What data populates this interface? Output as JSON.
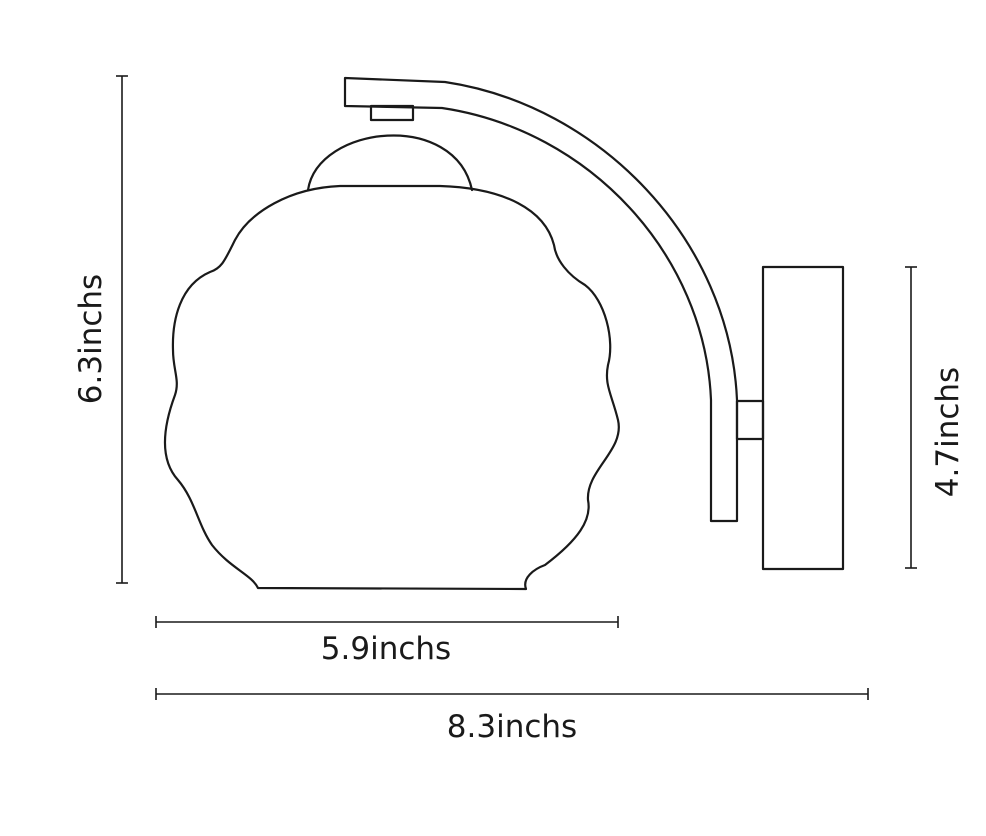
{
  "dimensions": {
    "height_total": "6.3inchs",
    "height_backplate": "4.7inchs",
    "width_shade": "5.9inchs",
    "width_total": "8.3inchs"
  },
  "colors": {
    "line": "#1a1a1a",
    "background": "#ffffff"
  }
}
